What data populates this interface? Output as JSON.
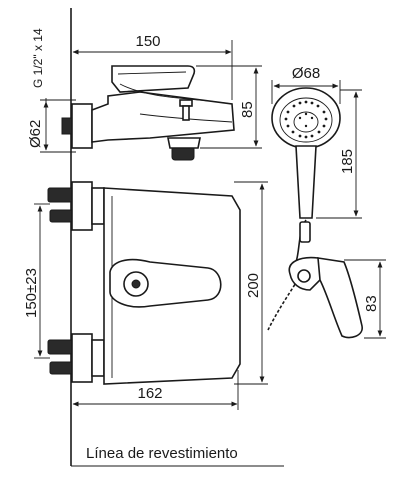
{
  "dimensions": {
    "thread": "G 1/2\" x 14",
    "top_width": "150",
    "head_diameter": "Ø68",
    "inlet_diameter": "Ø62",
    "spout_height": "85",
    "shower_length": "185",
    "centers": "150±23",
    "body_height": "200",
    "holder_height": "83",
    "body_width": "162"
  },
  "labels": {
    "wall_line": "Línea de revestimiento"
  }
}
